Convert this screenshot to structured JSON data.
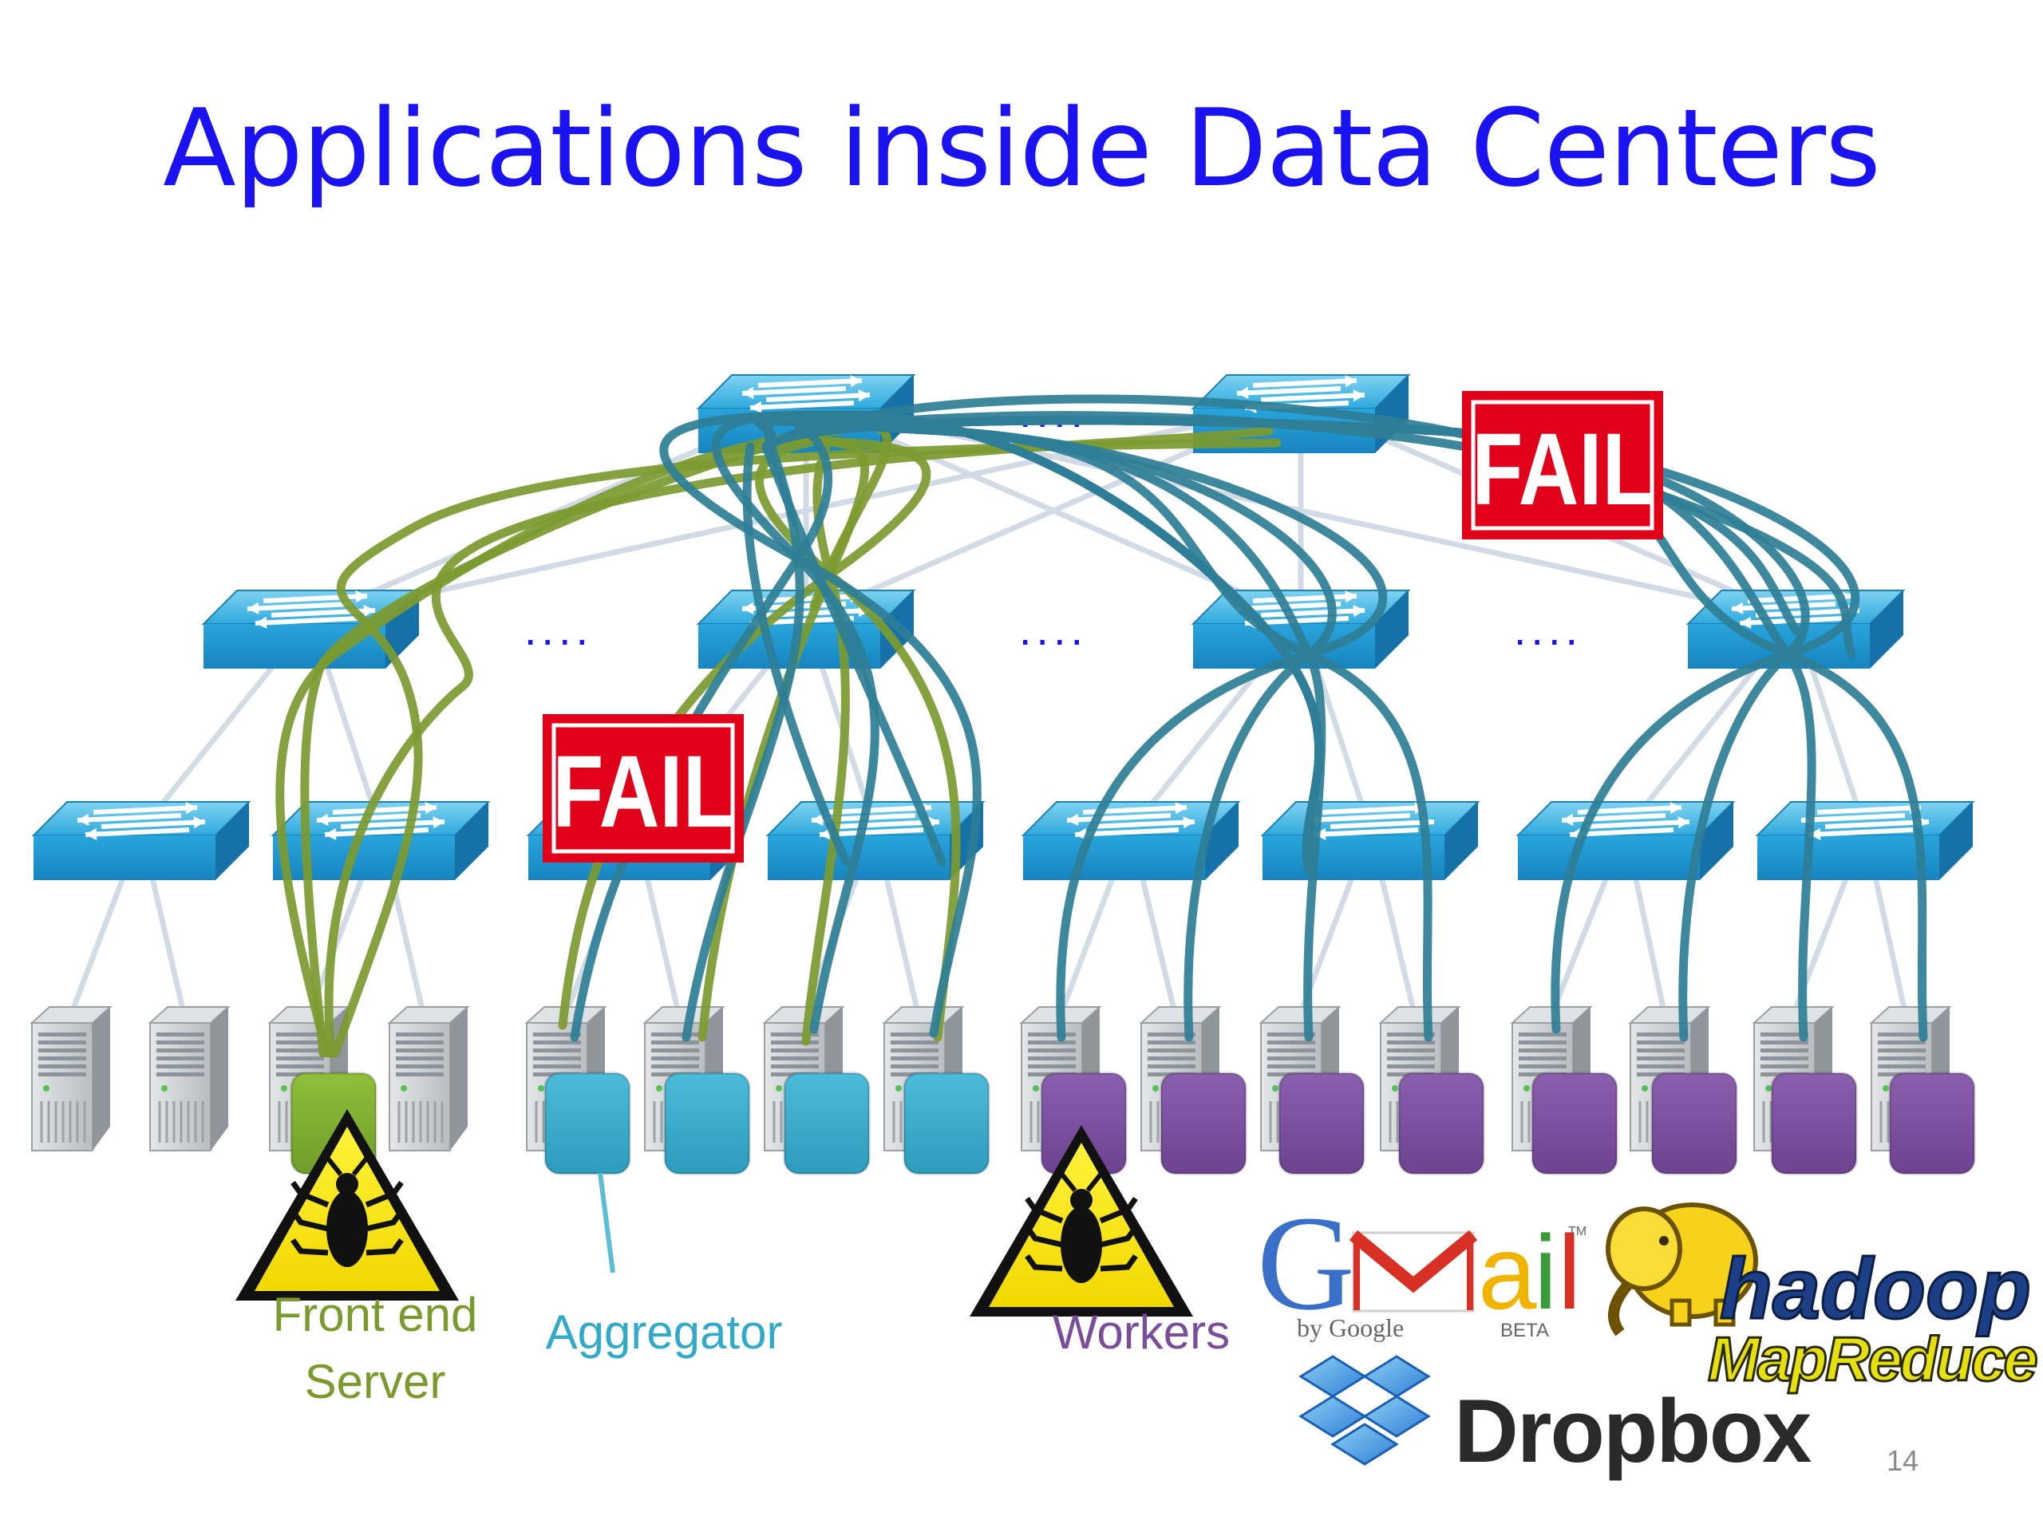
{
  "slide": {
    "title": "Applications inside Data Centers",
    "page_number": "14"
  },
  "diagram": {
    "ellipsis": "....",
    "fail_label": "FAIL",
    "labels": {
      "front_end": [
        "Front end",
        "Server"
      ],
      "aggregator": "Aggregator",
      "workers": "Workers"
    },
    "logos": {
      "gmail": {
        "word": "Gmail",
        "by": "by Google",
        "beta": "BETA",
        "tm": "TM"
      },
      "hadoop": {
        "line1": "hadoop",
        "line2": "MapReduce"
      },
      "dropbox": "Dropbox"
    },
    "colors": {
      "title": "#1a12f0",
      "front_end": "#7a9a2e",
      "aggregator": "#32a9c9",
      "workers": "#7a4d9a",
      "fail": "#e0001a",
      "paths_blue": "#2e7e96",
      "paths_green": "#7c9a30",
      "switch": "#29a8dc",
      "warning": "#f4e000"
    }
  }
}
